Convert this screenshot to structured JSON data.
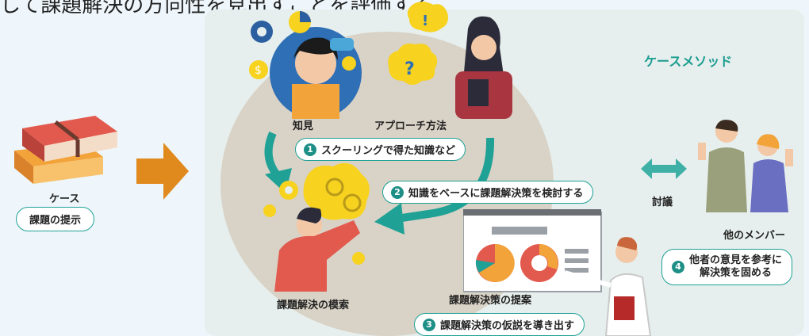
{
  "header": {
    "text": "して課題解決の方向性を見出すことを評価する。"
  },
  "method": {
    "title": "ケースメソッド"
  },
  "case": {
    "label": "ケース",
    "task": "課題の提示"
  },
  "labels": {
    "knowledge": "知見",
    "approach": "アプローチ方法",
    "search": "課題解決の模索",
    "proposal": "課題解決策の提案",
    "discussion": "討議",
    "members": "他のメンバー"
  },
  "steps": [
    {
      "num": "1",
      "text": "スクーリングで得た知識など"
    },
    {
      "num": "2",
      "text": "知識をベースに課題解決策を検討する"
    },
    {
      "num": "3",
      "text": "課題解決策の仮説を導き出す"
    },
    {
      "num": "4",
      "line1": "他者の意見を参考に",
      "line2": "解決策を固める"
    }
  ],
  "colors": {
    "teal": "#1fa196",
    "orange_arrow": "#e08a1e",
    "beige": "#d9d2c6",
    "yellow": "#f7d21e"
  }
}
